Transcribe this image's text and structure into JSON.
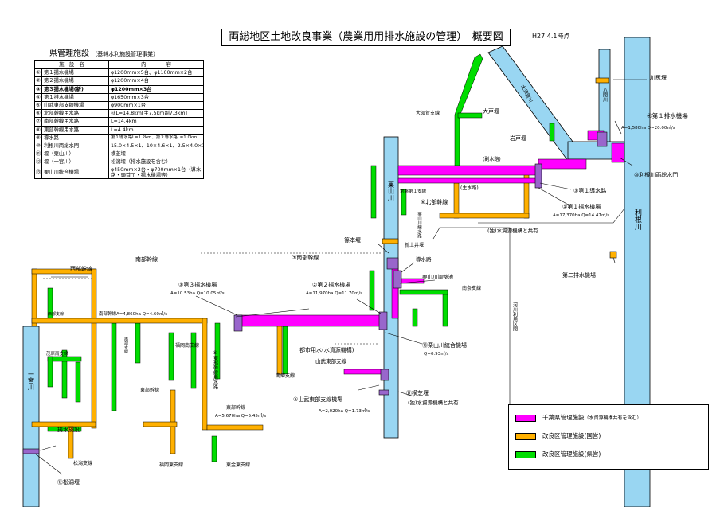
{
  "header": {
    "title": "両総地区土地改良事業（農業用用排水施設の管理）　概要図",
    "date": "H27.4.1時点"
  },
  "facility_table": {
    "section_title": "県管理施設",
    "section_subtitle": "（基幹水利施設管理事業）",
    "headers": [
      "施　設　名",
      "内　　　　容"
    ],
    "rows": [
      {
        "no": "①",
        "name": "第１揚水機場",
        "detail": "φ1200mm×5台、φ1100mm×2台"
      },
      {
        "no": "②",
        "name": "第２揚水機場",
        "detail": "φ1200mm×4台"
      },
      {
        "no": "③",
        "name": "第３揚水機場(新)",
        "detail": "φ1200mm×3台"
      },
      {
        "no": "④",
        "name": "第１排水機場",
        "detail": "φ1650mm×3台"
      },
      {
        "no": "⑤",
        "name": "山武東部支線機場",
        "detail": "φ900mm×1台"
      },
      {
        "no": "⑥",
        "name": "北部幹線用水路",
        "detail": "延L=14.8km[主7.5km副7.3km]"
      },
      {
        "no": "⑦",
        "name": "南部幹線用水路",
        "detail": "L=14.4km"
      },
      {
        "no": "⑧",
        "name": "東部幹線用水路",
        "detail": "L=4.4km"
      },
      {
        "no": "⑨",
        "name": "導水路",
        "detail": "第１導水路L=1.2km、第２導水路L=1.0km"
      },
      {
        "no": "⑩",
        "name": "利根川両総水門",
        "detail": "15.0×4.5×1、10×4.6×1、2.5×4.0×1"
      },
      {
        "no": "⑪",
        "name": "堰（栗山川）",
        "detail": "横芝堰"
      },
      {
        "no": "⑫",
        "name": "堰（一宮川）",
        "detail": "松潟堰（排水施設を含む）"
      },
      {
        "no": "⑬",
        "name": "栗山川統合機場",
        "detail": "φ450mm×2台・φ700mm×1台（導水路・頭首工・揚水機場等）"
      }
    ]
  },
  "labels": {
    "river_tone": "利根川",
    "river_kuriyama": "栗山川",
    "river_ichinomiya": "一宮川",
    "river_hachiken": "八間川",
    "river_otone": "大須賀川",
    "kawajiri_weir": "川尻堰",
    "pump4": "④第１排水機場",
    "pump4_stats": "A=1,580ha Q=20.00㎥/s",
    "tone_gate": "⑩利根川両総水門",
    "conduit3": "③第１導水路",
    "pump1": "①第１揚水機場",
    "pump1_stats": "A=17,370ha Q=14.47㎥/s",
    "osuga_branch": "大須賀支線",
    "otoseki": "大戸堰",
    "iwatoseki": "岩戸堰",
    "sub_canal": "(副水路)",
    "main_canal": "(主水路)",
    "hokubu_line": "⑥北部幹線",
    "johan_first": "常磐第１支線",
    "kuriyama_line": "栗山川線水路",
    "tone_shared": "(独)水資源機構と共有",
    "daini_pump": "第二排水機場",
    "shinoseki": "篠本堰",
    "shintoi": "新土井堰",
    "donsuiro": "導水路",
    "kuriyama_pond": "栗山川調整池",
    "nanbu_branch_e": "南条支線",
    "nanbu_line_7": "⑦南部幹線",
    "pump2": "②第２揚水機場",
    "pump2_stats": "A=11,970ha Q=11.70㎥/s",
    "pump3": "③第３揚水機場",
    "pump3_stats": "A=10.53ha Q=10.05㎥/s",
    "nanbu_line": "南部幹線",
    "seibu_line": "西部幹線",
    "nanbu_a": "南部幹線A=4,860ha Q=4.60㎥/s",
    "river_section": "河川利用区間",
    "kuriyama_integ": "⑬栗山川統合機場",
    "kuriyama_q": "Q=0.93㎥/s",
    "toshi_water": "都市用水(水資源機構)",
    "sanbu_east_branch": "山武東部支線",
    "yokoshiba": "⑪横芝堰",
    "yokoshiba_shared": "(独)水資源機構と共有",
    "sanbu_pump": "⑤山武東部支線機場",
    "sanbu_stats": "A=2,020ha Q=1.73㎥/s",
    "fukuoka_south": "福岡南支線",
    "nanko_branch": "南郷支線",
    "tobu_line": "⑧東部幹線用水路",
    "tobu_stats": "A=5,670ha Q=5.45㎥/s",
    "tobu_line_label": "東部幹線",
    "toubu_main": "東部幹線",
    "yosui_shisetsu": "揚水施設",
    "matsugata_branch": "松潟支線",
    "matsugata_weir": "⑫松潟堰",
    "fukuoka_east": "福岡東支線",
    "togane_east": "東金東支線",
    "shigemori_branch": "茂原南支線",
    "tamae_branch": "西部支線",
    "nanbu_small": "南部支線"
  },
  "legend": {
    "items": [
      {
        "label": "千葉県管理施設",
        "note": "（水資源機構共有を含む）",
        "color": "#ff00ff"
      },
      {
        "label": "改良区管理施設(国営)",
        "note": "",
        "color": "#ffb000"
      },
      {
        "label": "改良区管理施設(県営)",
        "note": "",
        "color": "#00dd00"
      }
    ]
  },
  "colors": {
    "river": "#99d6f2",
    "prefecture": "#ff00ff",
    "national": "#ffb000",
    "prefectural_dist": "#00dd00",
    "facility": "#9966cc"
  }
}
